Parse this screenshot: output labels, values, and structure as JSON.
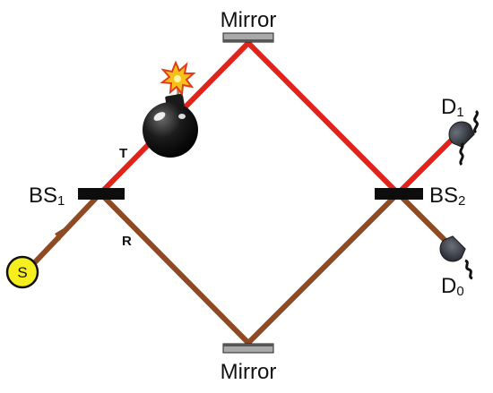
{
  "labels": {
    "mirror_top": "Mirror",
    "mirror_bottom": "Mirror",
    "bs1_main": "BS",
    "bs1_sub": "1",
    "bs2_main": "BS",
    "bs2_sub": "2",
    "detector1_main": "D",
    "detector1_sub": "1",
    "detector0_main": "D",
    "detector0_sub": "0",
    "transmitted": "T",
    "reflected": "R",
    "source": "S"
  },
  "colors": {
    "upper_beam": "#e0241c",
    "lower_beam": "#8e4a22",
    "source_fill": "#f7ee1f",
    "bomb": "#101010",
    "detector": "#3a3d44",
    "mirror": "#a9a9a9"
  },
  "icons": {
    "bomb": "bomb-icon",
    "source": "light-source-icon",
    "detector": "detector-icon"
  }
}
